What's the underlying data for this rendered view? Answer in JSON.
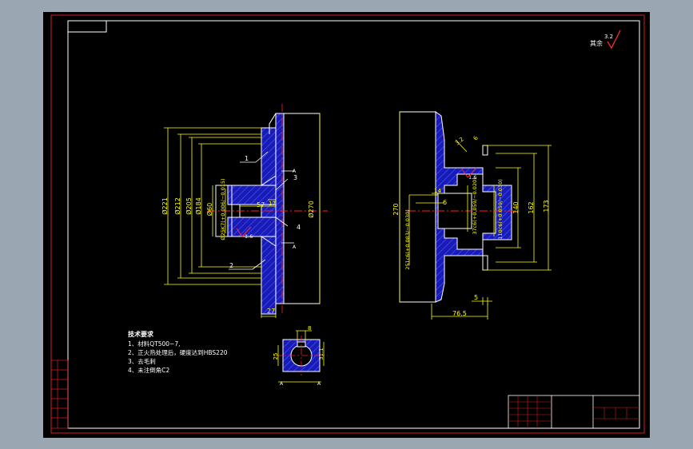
{
  "colors": {
    "background": "#9aa6b1",
    "paper": "#000000",
    "frame": "#d81e1e",
    "outline": "#ffffff",
    "dimension": "#ffff00",
    "section_fill": "#1a1ab4",
    "hatch": "#3c56ff",
    "centerline": "#ff2020",
    "rough_mark": "#ff2a2a"
  },
  "drawing": {
    "roughness_note": "其余",
    "roughness_value": "3.2",
    "leader_labels": [
      "1",
      "2",
      "3",
      "4"
    ],
    "section_marks": [
      "A",
      "A",
      "A",
      "A"
    ],
    "left_view_dims": {
      "d221": "Ø221",
      "d212": "Ø212",
      "d205": "Ø205",
      "d184": "Ø184",
      "d60": "Ø60",
      "fit": "Ø25K7(+0.006/−0.015)",
      "d270": "Ø270",
      "w27": "27",
      "w57": "57",
      "w17": "17",
      "r16": "1.6"
    },
    "right_view_dims": {
      "h270": "270",
      "fit251": "251c6(+0.083/−0.030)",
      "fit37": "37c6(+0.059/−0.020)",
      "fit110": "110c6(+0.059/−0.030)",
      "h140": "140",
      "h162": "162",
      "h173": "173",
      "w76_5": "76.5",
      "w5": "5",
      "w6": "6",
      "w14": "14",
      "r3_2": "3.2",
      "r16": "1.6",
      "top6": "6"
    },
    "key_section": {
      "width": "8",
      "height": "25",
      "depth": "31.1"
    }
  },
  "notes": {
    "heading": "技术要求",
    "items": [
      "1、材料QT500−7,",
      "2、正火热处理后，硬度达到HBS220",
      "3、去毛刺",
      "4、未注倒角C2"
    ]
  }
}
